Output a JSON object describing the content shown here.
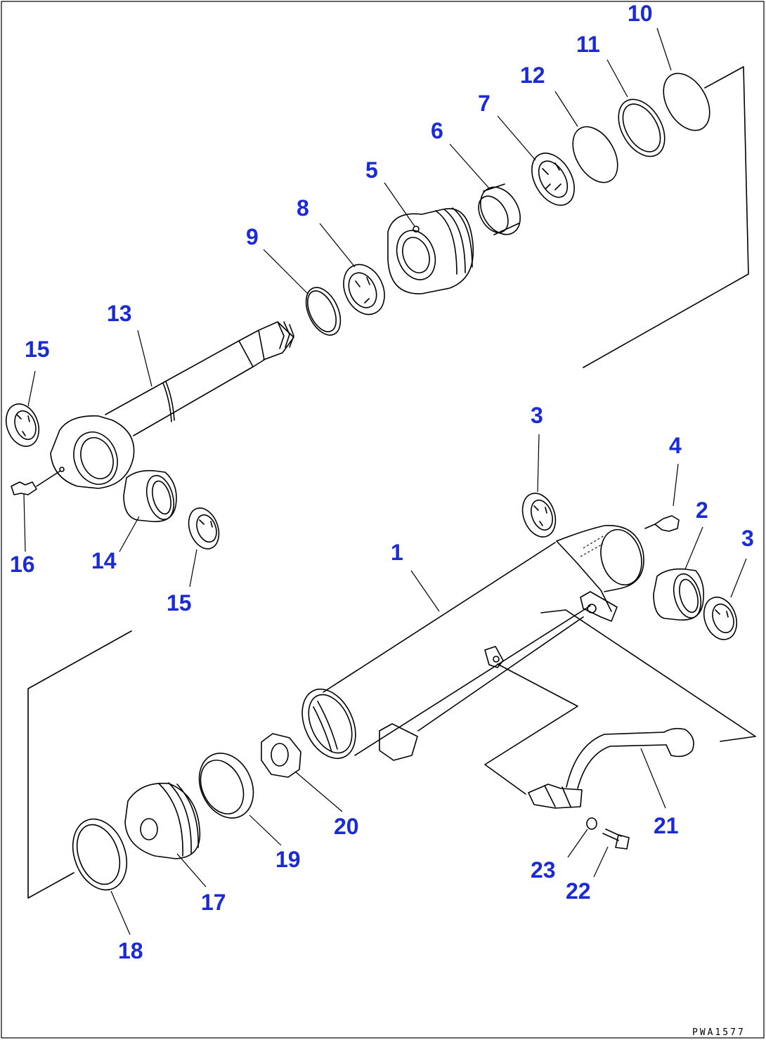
{
  "drawing_code": "PWA1577",
  "callouts": [
    {
      "id": "c10",
      "label": "10"
    },
    {
      "id": "c11",
      "label": "11"
    },
    {
      "id": "c12",
      "label": "12"
    },
    {
      "id": "c7",
      "label": "7"
    },
    {
      "id": "c6",
      "label": "6"
    },
    {
      "id": "c5",
      "label": "5"
    },
    {
      "id": "c8",
      "label": "8"
    },
    {
      "id": "c9",
      "label": "9"
    },
    {
      "id": "c13",
      "label": "13"
    },
    {
      "id": "c15a",
      "label": "15"
    },
    {
      "id": "c16",
      "label": "16"
    },
    {
      "id": "c14",
      "label": "14"
    },
    {
      "id": "c15b",
      "label": "15"
    },
    {
      "id": "c3a",
      "label": "3"
    },
    {
      "id": "c4",
      "label": "4"
    },
    {
      "id": "c2",
      "label": "2"
    },
    {
      "id": "c3b",
      "label": "3"
    },
    {
      "id": "c1",
      "label": "1"
    },
    {
      "id": "c21",
      "label": "21"
    },
    {
      "id": "c20",
      "label": "20"
    },
    {
      "id": "c19",
      "label": "19"
    },
    {
      "id": "c17",
      "label": "17"
    },
    {
      "id": "c18",
      "label": "18"
    },
    {
      "id": "c23",
      "label": "23"
    },
    {
      "id": "c22",
      "label": "22"
    }
  ]
}
